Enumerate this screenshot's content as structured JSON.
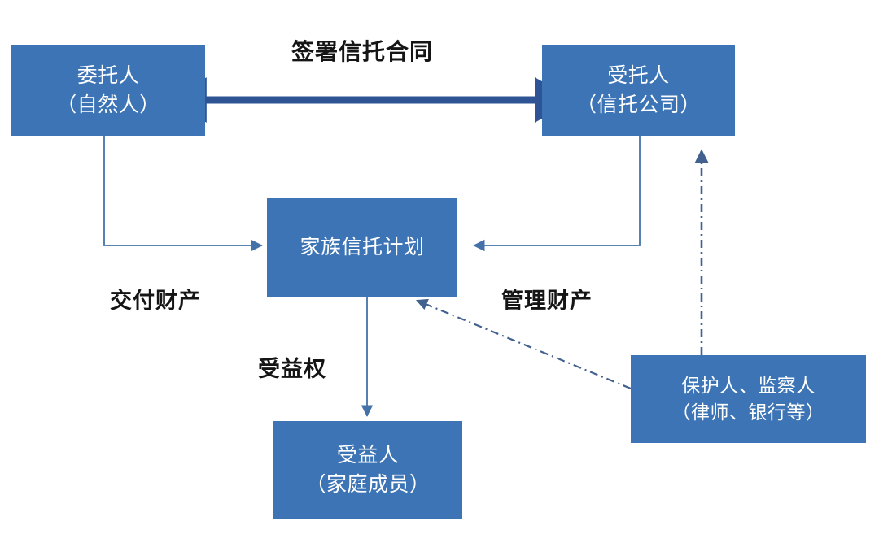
{
  "diagram": {
    "title_label": "签署信托合同",
    "colors": {
      "node_fill": "#3d74b5",
      "node_text": "#ffffff",
      "connector": "#4472a8",
      "double_arrow": "#2f5496",
      "dash_dot": "#43618f",
      "label_text": "#151515",
      "background": "#ffffff"
    },
    "nodes": [
      {
        "id": "settlor",
        "lines": [
          "委托人",
          "（自然人）"
        ]
      },
      {
        "id": "trustee",
        "lines": [
          "受托人",
          "（信托公司）"
        ]
      },
      {
        "id": "trust-plan",
        "lines": [
          "家族信托计划"
        ]
      },
      {
        "id": "beneficiary",
        "lines": [
          "受益人",
          "（家庭成员）"
        ]
      },
      {
        "id": "protector",
        "lines": [
          "保护人、监察人",
          "（律师、银行等）"
        ]
      }
    ],
    "edge_labels": [
      {
        "id": "sign-contract",
        "text": "签署信托合同"
      },
      {
        "id": "deliver-property",
        "text": "交付财产"
      },
      {
        "id": "manage-property",
        "text": "管理财产"
      },
      {
        "id": "beneficial-right",
        "text": "受益权"
      }
    ]
  }
}
